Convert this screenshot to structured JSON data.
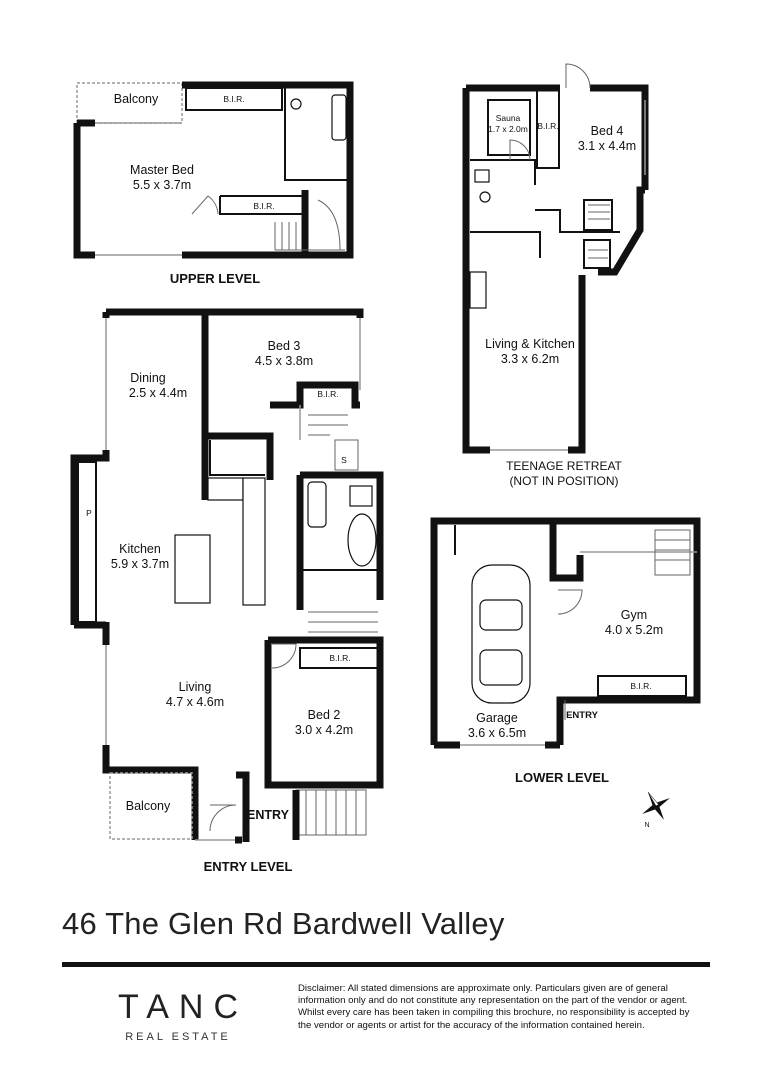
{
  "levels": {
    "upper": "UPPER LEVEL",
    "entry": "ENTRY LEVEL",
    "lower": "LOWER LEVEL",
    "teenage_retreat": [
      "TEENAGE RETREAT",
      "(NOT IN POSITION)"
    ]
  },
  "rooms": {
    "master_bed": {
      "name": "Master Bed",
      "dims": "5.5 x 3.7m"
    },
    "balcony_upper": "Balcony",
    "bir": "B.I.R.",
    "sauna": {
      "name": "Sauna",
      "dims": "1.7 x 2.0m"
    },
    "bed4": {
      "name": "Bed 4",
      "dims": "3.1 x 4.4m"
    },
    "living_kitchen": {
      "name": "Living & Kitchen",
      "dims": "3.3 x 6.2m"
    },
    "dining": {
      "name": "Dining",
      "dims": "2.5 x 4.4m"
    },
    "bed3": {
      "name": "Bed 3",
      "dims": "4.5 x 3.8m"
    },
    "kitchen": {
      "name": "Kitchen",
      "dims": "5.9 x 3.7m"
    },
    "living": {
      "name": "Living",
      "dims": "4.7 x 4.6m"
    },
    "bed2": {
      "name": "Bed 2",
      "dims": "3.0 x 4.2m"
    },
    "balcony_entry": "Balcony",
    "entry": "ENTRY",
    "garage": {
      "name": "Garage",
      "dims": "3.6 x 6.5m"
    },
    "gym": {
      "name": "Gym",
      "dims": "4.0 x 5.2m"
    },
    "pantry": "P",
    "storage": "S"
  },
  "compass_letter": "N",
  "address": "46 The Glen Rd Bardwell Valley",
  "brand": {
    "name": "TANC",
    "tagline": "REAL ESTATE"
  },
  "disclaimer": "Disclaimer: All stated dimensions are approximate only. Particulars given are of general information only and do not constitute any representation on the part of the vendor or agent. Whilst every care has been taken in compiling this brochure, no responsibility is accepted by the vendor or agents or artist for the accuracy of the information contained herein."
}
